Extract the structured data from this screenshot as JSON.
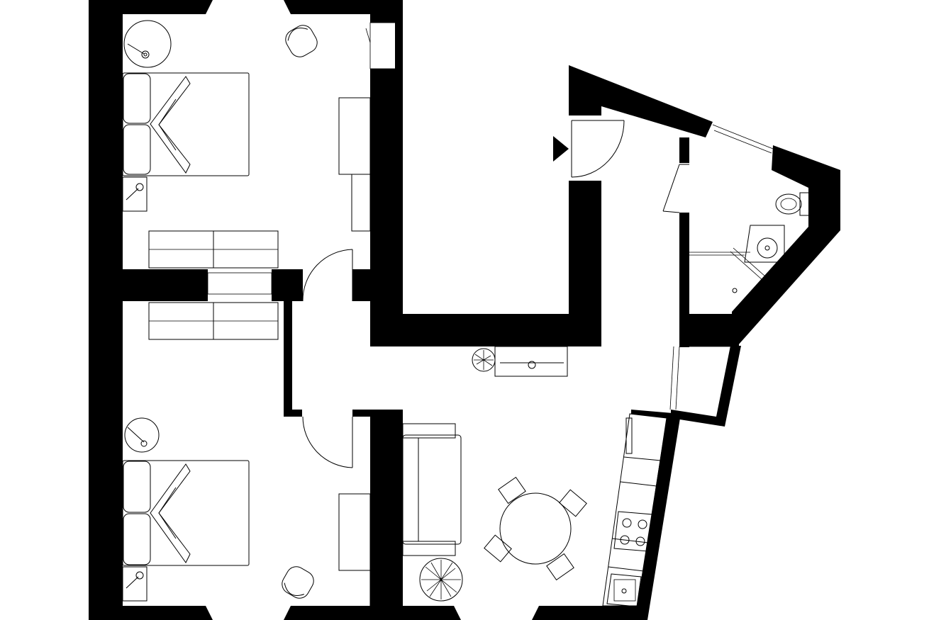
{
  "plan": {
    "wall_color": "#000000",
    "background_color": "#ffffff",
    "line_color": "#000000",
    "rooms": [
      "bedroom-top",
      "bedroom-bottom",
      "hallway",
      "living-kitchen",
      "bathroom",
      "storage"
    ],
    "icons": [
      "entrance-arrow-icon",
      "plant-icon",
      "toilet-icon",
      "stove-icon",
      "sink-icon"
    ]
  }
}
